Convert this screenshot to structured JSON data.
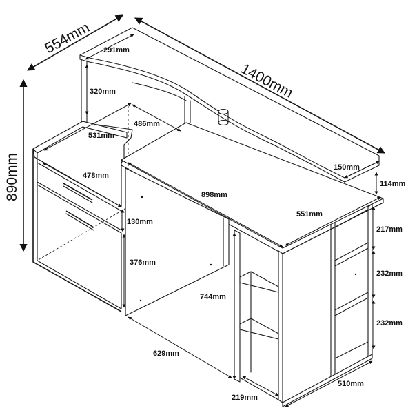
{
  "diagram": {
    "dimensions": {
      "depth_total": "554mm",
      "width_total": "1400mm",
      "height_total": "890mm",
      "hutch_depth": "291mm",
      "hutch_height": "320mm",
      "inner_depth": "486mm",
      "left_top_width": "531mm",
      "drawer_width": "478mm",
      "drawer_height": "130mm",
      "cabinet_height": "376mm",
      "main_top_width": "898mm",
      "right_top_depth": "551mm",
      "shelf_top_width": "150mm",
      "shelf_top_height": "114mm",
      "shelf_1": "217mm",
      "shelf_2": "232mm",
      "shelf_3": "232mm",
      "leg_height": "744mm",
      "bottom_width": "629mm",
      "side_depth": "219mm",
      "right_base_width": "510mm"
    }
  }
}
